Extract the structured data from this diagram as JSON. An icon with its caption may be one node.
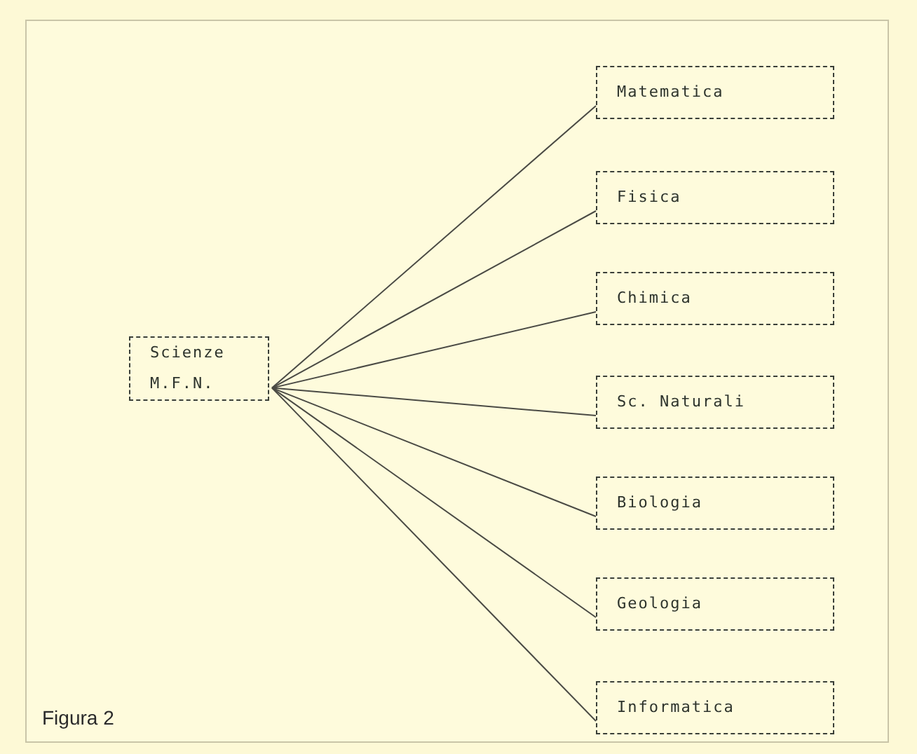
{
  "diagram": {
    "nodes": [
      {
        "text": [
          "Scienze",
          "M.F.N."
        ]
      },
      {
        "text": [
          "Matematica"
        ]
      },
      {
        "text": [
          "Fisica"
        ]
      },
      {
        "text": [
          "Chimica"
        ]
      },
      {
        "text": [
          "Sc. Naturali"
        ]
      },
      {
        "text": [
          "Biologia"
        ]
      },
      {
        "text": [
          "Geologia"
        ]
      },
      {
        "text": [
          "Informatica"
        ]
      }
    ],
    "edges": [
      {
        "from": 0,
        "to": 1,
        "arrow": "none"
      },
      {
        "from": 0,
        "to": 2,
        "arrow": "none"
      },
      {
        "from": 0,
        "to": 3,
        "arrow": "none"
      },
      {
        "from": 0,
        "to": 4,
        "arrow": "none"
      },
      {
        "from": 0,
        "to": 5,
        "arrow": "none"
      },
      {
        "from": 0,
        "to": 6,
        "arrow": "none"
      },
      {
        "from": 0,
        "to": 7,
        "arrow": "none"
      }
    ],
    "labels": [
      "Figura 2"
    ]
  }
}
